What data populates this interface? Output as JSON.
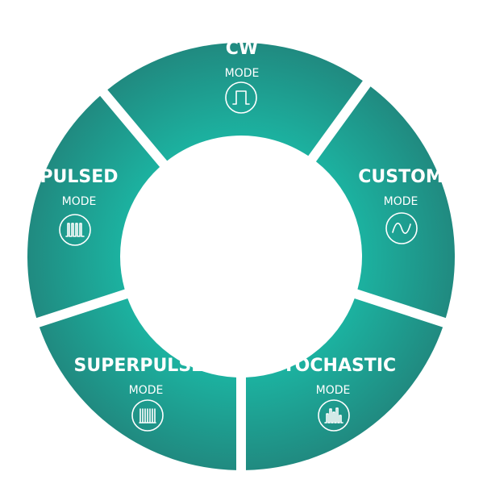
{
  "colors": {
    "segment_light": "#1cb3a1",
    "segment_dark": "#208a80",
    "gap": "#ffffff",
    "text": "#ffffff"
  },
  "segments": [
    {
      "title": "CW",
      "subtitle": "MODE",
      "icon": "square-wave-icon"
    },
    {
      "title": "CUSTOM",
      "subtitle": "MODE",
      "icon": "sine-wave-icon"
    },
    {
      "title": "STOCHASTIC",
      "subtitle": "MODE",
      "icon": "random-pulse-icon"
    },
    {
      "title": "SUPERPULSED",
      "subtitle": "MODE",
      "icon": "superpulse-icon"
    },
    {
      "title": "PULSED",
      "subtitle": "MODE",
      "icon": "pulse-train-icon"
    }
  ]
}
